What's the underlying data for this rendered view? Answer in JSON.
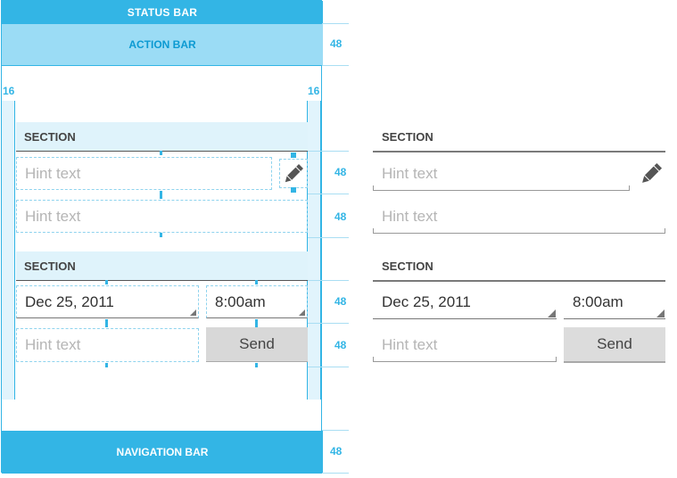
{
  "blueprint": {
    "status_bar": "STATUS BAR",
    "action_bar": "ACTION BAR",
    "navigation_bar": "NAVIGATION BAR",
    "keyline_left": "16",
    "keyline_right": "16",
    "dims": {
      "action_bar": "48",
      "row_edit": "48",
      "row_hint": "48",
      "row_date": "48",
      "row_send": "48",
      "navigation_bar": "48"
    },
    "section_1": "SECTION",
    "section_2": "SECTION",
    "field_edit_hint": "Hint text",
    "field_hint": "Hint text",
    "date_value": "Dec 25, 2011",
    "time_value": "8:00am",
    "field_send_hint": "Hint text",
    "send_label": "Send"
  },
  "mockup": {
    "section_1": "SECTION",
    "section_2": "SECTION",
    "field_edit_hint": "Hint text",
    "field_hint": "Hint text",
    "date_value": "Dec 25, 2011",
    "time_value": "8:00am",
    "field_send_hint": "Hint text",
    "send_label": "Send"
  },
  "icons": {
    "edit": "pencil-icon"
  },
  "colors": {
    "accent": "#33b5e5",
    "action_bar_bg": "#9bdcf5",
    "section_bg": "#dff3fb",
    "button_bg": "#d8d8d8"
  }
}
